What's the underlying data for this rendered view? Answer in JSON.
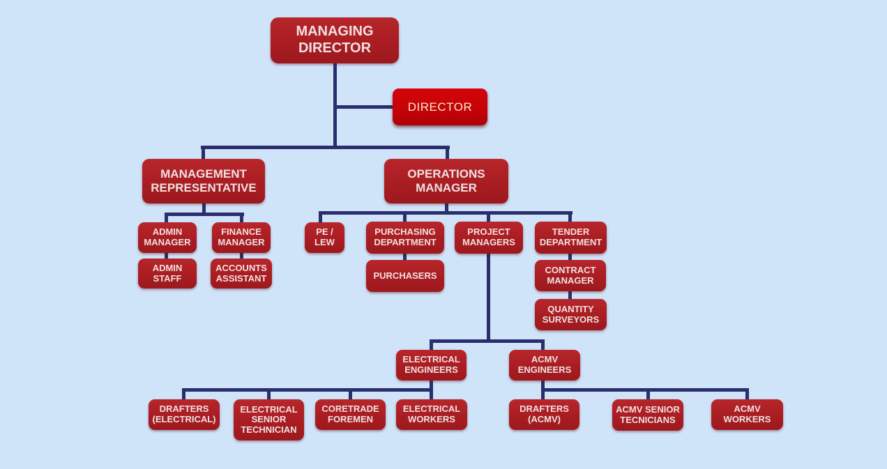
{
  "diagram": {
    "type": "org-chart",
    "background_color": "#CFE3F9",
    "node_color": "#A91D22",
    "highlight_node_color": "#C40207",
    "connector_color": "#2A2E6D",
    "node_text_color": "#F0E1E1",
    "highlight_text_color": "#F3ECCB",
    "nodes": [
      {
        "id": "managing-director",
        "label": "MANAGING DIRECTOR",
        "parent": null
      },
      {
        "id": "director",
        "label": "DIRECTOR",
        "parent": "managing-director"
      },
      {
        "id": "management-representative",
        "label": "MANAGEMENT REPRESENTATIVE",
        "parent": "managing-director"
      },
      {
        "id": "operations-manager",
        "label": "OPERATIONS MANAGER",
        "parent": "managing-director"
      },
      {
        "id": "admin-manager",
        "label": "ADMIN MANAGER",
        "parent": "management-representative"
      },
      {
        "id": "finance-manager",
        "label": "FINANCE MANAGER",
        "parent": "management-representative"
      },
      {
        "id": "admin-staff",
        "label": "ADMIN STAFF",
        "parent": "admin-manager"
      },
      {
        "id": "accounts-assistant",
        "label": "ACCOUNTS ASSISTANT",
        "parent": "finance-manager"
      },
      {
        "id": "pe-lew",
        "label": "PE / LEW",
        "parent": "operations-manager"
      },
      {
        "id": "purchasing-department",
        "label": "PURCHASING DEPARTMENT",
        "parent": "operations-manager"
      },
      {
        "id": "project-managers",
        "label": "PROJECT MANAGERS",
        "parent": "operations-manager"
      },
      {
        "id": "tender-department",
        "label": "TENDER DEPARTMENT",
        "parent": "operations-manager"
      },
      {
        "id": "purchasers",
        "label": "PURCHASERS",
        "parent": "purchasing-department"
      },
      {
        "id": "contract-manager",
        "label": "CONTRACT MANAGER",
        "parent": "tender-department"
      },
      {
        "id": "quantity-surveyors",
        "label": "QUANTITY SURVEYORS",
        "parent": "contract-manager"
      },
      {
        "id": "electrical-engineers",
        "label": "ELECTRICAL ENGINEERS",
        "parent": "project-managers"
      },
      {
        "id": "acmv-engineers",
        "label": "ACMV ENGINEERS",
        "parent": "project-managers"
      },
      {
        "id": "drafters-electrical",
        "label": "DRAFTERS (ELECTRICAL)",
        "parent": "electrical-engineers"
      },
      {
        "id": "electrical-senior-technician",
        "label": "ELECTRICAL SENIOR TECHNICIAN",
        "parent": "electrical-engineers"
      },
      {
        "id": "coretrade-foremen",
        "label": "CORETRADE FOREMEN",
        "parent": "electrical-engineers"
      },
      {
        "id": "electrical-workers",
        "label": "ELECTRICAL WORKERS",
        "parent": "electrical-engineers"
      },
      {
        "id": "drafters-acmv",
        "label": "DRAFTERS (ACMV)",
        "parent": "acmv-engineers"
      },
      {
        "id": "acmv-senior-tecnicians",
        "label": "ACMV SENIOR TECNICIANS",
        "parent": "acmv-engineers"
      },
      {
        "id": "acmv-workers",
        "label": "ACMV WORKERS",
        "parent": "acmv-engineers"
      }
    ]
  }
}
